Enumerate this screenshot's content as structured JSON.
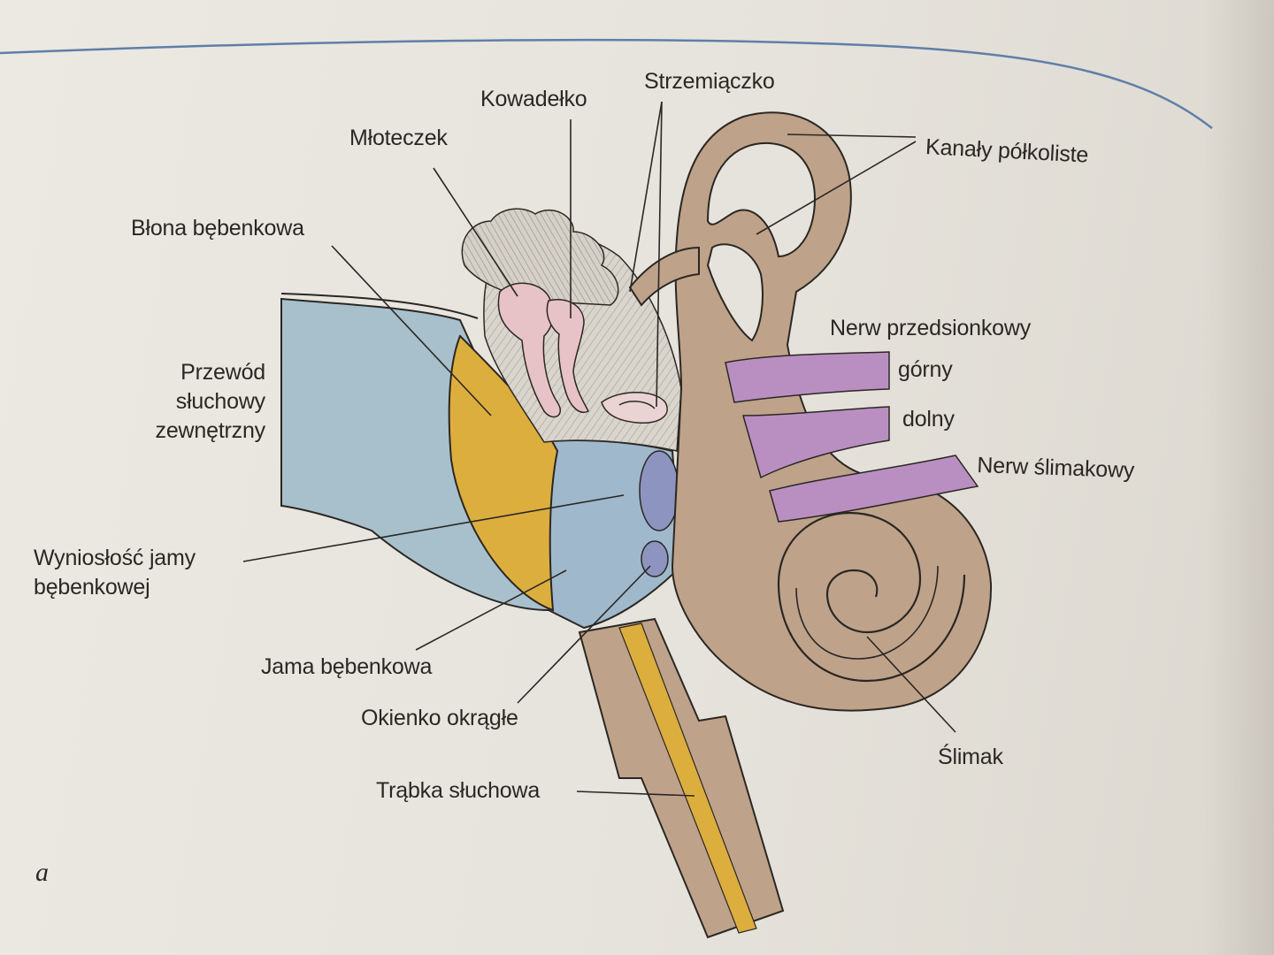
{
  "labels": {
    "mloteczek": "Młoteczek",
    "kowadelko": "Kowadełko",
    "strzemiaczko": "Strzemiączko",
    "kanaly": "Kanały półkoliste",
    "blona": "Błona bębenkowa",
    "przewod": [
      "Przewód",
      "słuchowy",
      "zewnętrzny"
    ],
    "nerw_przedsionkowy": "Nerw przedsionkowy",
    "gorny": "górny",
    "dolny": "dolny",
    "nerw_slimakowy": "Nerw ślimakowy",
    "wyniosc": [
      "Wyniosłość jamy",
      "bębenkowej"
    ],
    "jama": "Jama bębenkowa",
    "okienko": "Okienko okrągłe",
    "slimak": "Ślimak",
    "trabka": "Trąbka słuchowa"
  },
  "figure_letter": "a",
  "colors": {
    "canal_blue": "#a8c0cc",
    "eardrum_yellow": "#dcae3e",
    "bone_tan": "#bea28a",
    "ossicle_pink": "#e7c2c6",
    "nerve_purple": "#b98fc2",
    "rule_blue": "#5f7fa8"
  }
}
